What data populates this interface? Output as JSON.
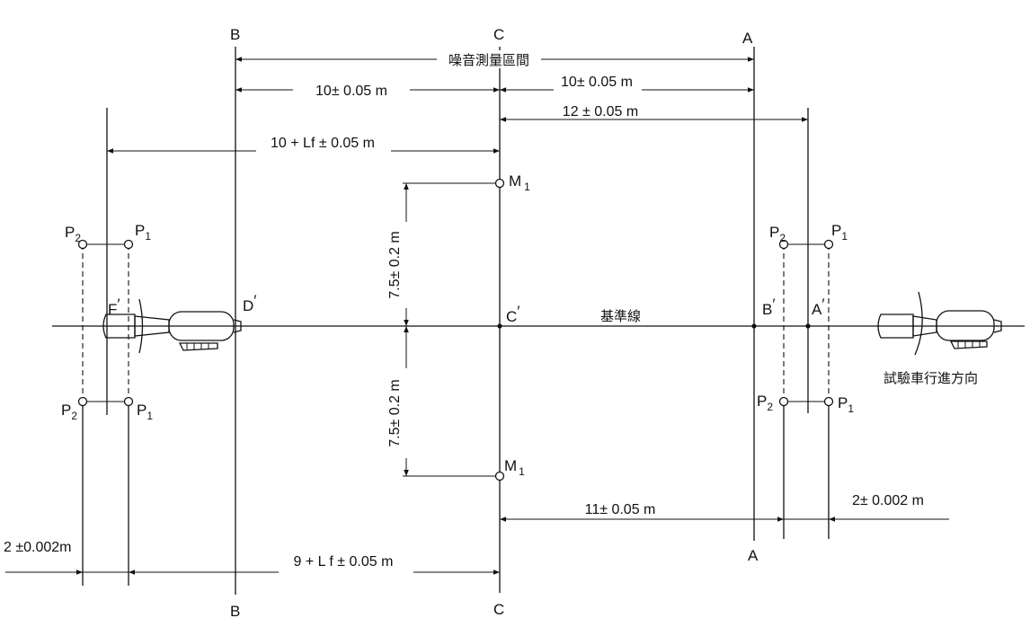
{
  "lines": {
    "A": "A",
    "B": "B",
    "C": "C"
  },
  "points": {
    "A_prime": "A",
    "B_prime": "B",
    "C_prime": "C",
    "D_prime": "D",
    "F_prime": "F",
    "prime_mark": "′"
  },
  "microphones": {
    "P1": "P",
    "P2": "P",
    "M": "M",
    "sub1": "1",
    "sub2": "2"
  },
  "dimensions": {
    "measurement_section": "噪音測量區間",
    "d_b_c": "10± 0.05 m",
    "d_c_a": "10± 0.05 m",
    "d_c_12": "12 ± 0.05 m",
    "d_lf_top": "10 + Lf ± 0.05 m",
    "d_m_top": "7.5± 0.2 m",
    "d_m_bottom": "7.5± 0.2 m",
    "d_11": "11± 0.05 m",
    "d_2_right": "2± 0.002 m",
    "d_2_left": "2 ±0.002m",
    "d_lf_bottom": "9 + L f ± 0.05 m"
  },
  "labels": {
    "reference_line": "基準線",
    "travel_direction": "試驗車行進方向"
  },
  "colors": {
    "ink": "#111111",
    "paper": "#ffffff"
  }
}
